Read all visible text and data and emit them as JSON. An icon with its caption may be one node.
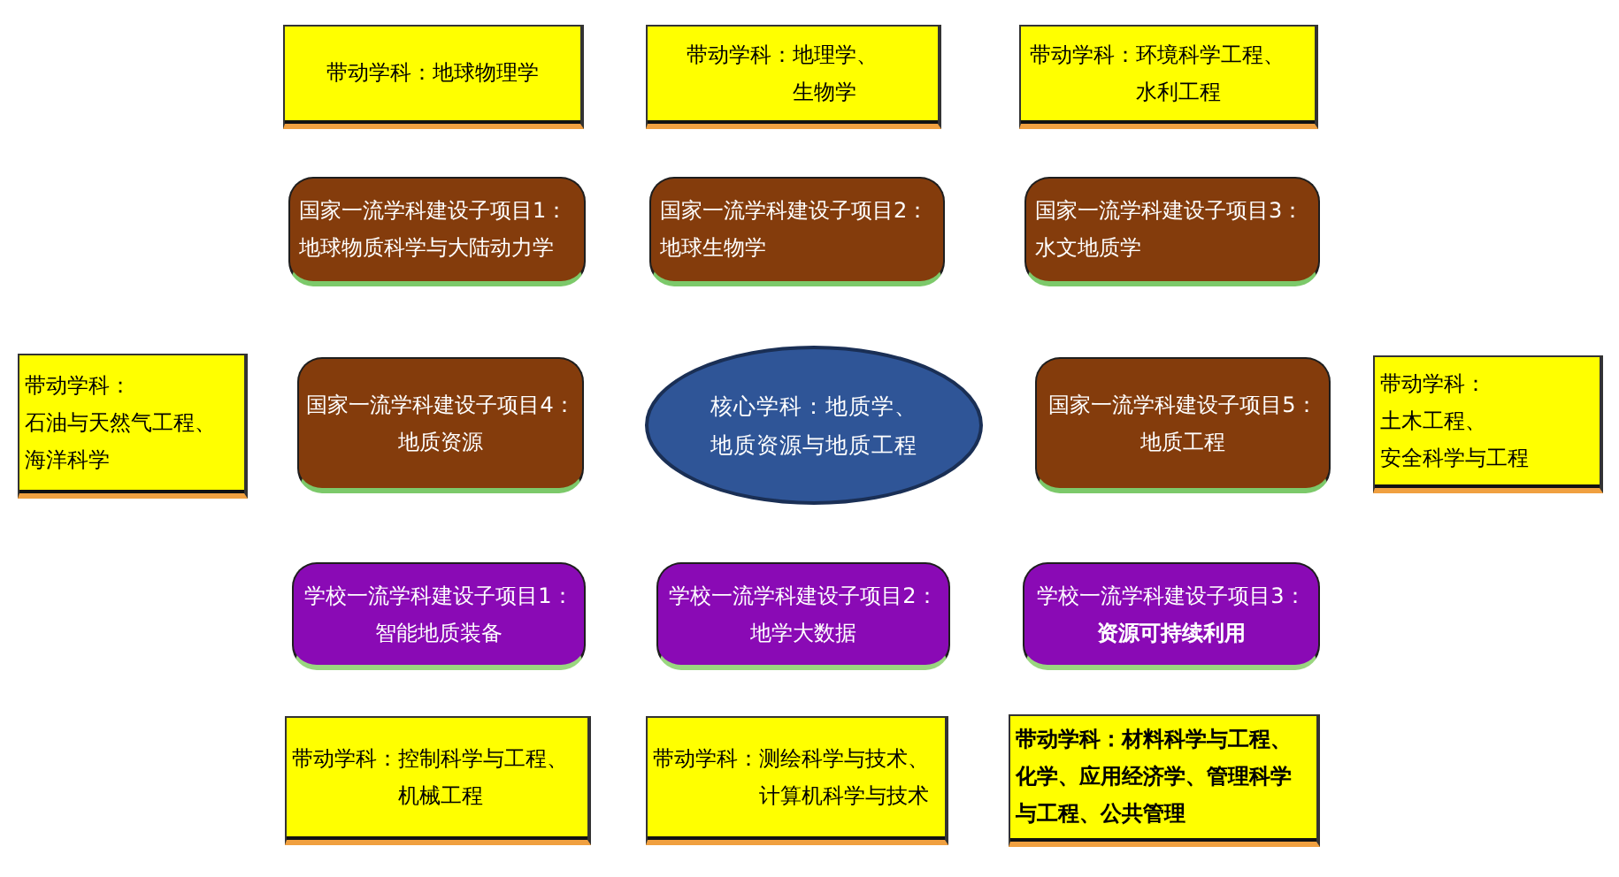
{
  "diagram": {
    "nodes": [
      {
        "text": [
          "带动学科：",
          "地球物理学"
        ]
      },
      {
        "text": [
          "带动学科：",
          "地理学、生物学"
        ]
      },
      {
        "text": [
          "带动学科：",
          "环境科学工程、水利工程"
        ]
      },
      {
        "text": [
          "国家一流学科建设子项目1：",
          "地球物质科学与大陆动力学"
        ]
      },
      {
        "text": [
          "国家一流学科建设子项目2：",
          "地球生物学"
        ]
      },
      {
        "text": [
          "国家一流学科建设子项目3：",
          "水文地质学"
        ]
      },
      {
        "text": [
          "带动学科：",
          "石油与天然气工程、海洋科学"
        ]
      },
      {
        "text": [
          "国家一流学科建设子项目4：",
          "地质资源"
        ]
      },
      {
        "text": [
          "核心学科：地质学、地质资源与地质工程"
        ]
      },
      {
        "text": [
          "国家一流学科建设子项目5：",
          "地质工程"
        ]
      },
      {
        "text": [
          "带动学科：",
          "土木工程、安全科学与工程"
        ]
      },
      {
        "text": [
          "学校一流学科建设子项目1：",
          "智能地质装备"
        ]
      },
      {
        "text": [
          "学校一流学科建设子项目2：",
          "地学大数据"
        ]
      },
      {
        "text": [
          "学校一流学科建设子项目3：",
          "资源可持续利用"
        ]
      },
      {
        "text": [
          "带动学科：",
          "控制科学与工程、机械工程"
        ]
      },
      {
        "text": [
          "带动学科：",
          "测绘科学与技术、计算机科学与技术"
        ]
      },
      {
        "text": [
          "带动学科：材料科学与工程、化学、应用经济学、管理科学与工程、公共管理"
        ]
      }
    ]
  }
}
